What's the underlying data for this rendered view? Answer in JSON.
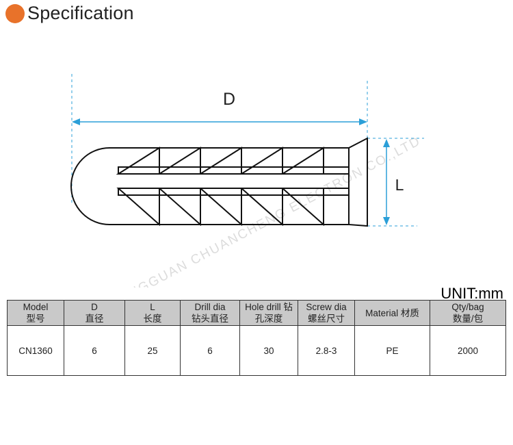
{
  "header": {
    "title": "Specification",
    "accent_color": "#e8722a",
    "icon": "orange-dot-icon"
  },
  "diagram": {
    "label_d": "D",
    "label_l": "L",
    "watermark": "DONGGUAN CHUANCHENG ELECTRON CO.,LTD",
    "dimension_color": "#2b9fd8"
  },
  "unit_label": "UNIT:mm",
  "table": {
    "columns": [
      {
        "en": "Model",
        "cn": "型号"
      },
      {
        "en": "D",
        "cn": "直径"
      },
      {
        "en": "L",
        "cn": "长度"
      },
      {
        "en": "Drill dia",
        "cn": "钻头直径"
      },
      {
        "en": "Hole drill 钻",
        "cn": "孔深度"
      },
      {
        "en": "Screw dia",
        "cn": "螺丝尺寸"
      },
      {
        "en": "Material 材质",
        "cn": ""
      },
      {
        "en": "Qty/bag",
        "cn": "数量/包"
      }
    ],
    "rows": [
      [
        "CN1360",
        "6",
        "25",
        "6",
        "30",
        "2.8-3",
        "PE",
        "2000"
      ]
    ]
  }
}
